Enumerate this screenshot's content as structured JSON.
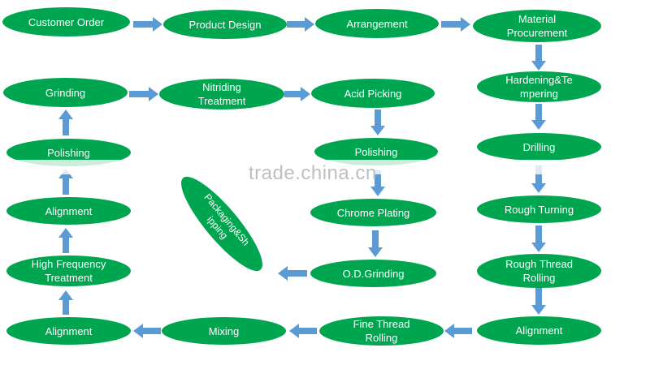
{
  "nodes": {
    "customer_order": "Customer Order",
    "product_design": "Product Design",
    "arrangement": "Arrangement",
    "material_procurement": "Material Procurement",
    "hardening_tempering": "Hardening&Tempering",
    "drilling": "Drilling",
    "rough_turning": "Rough Turning",
    "rough_thread_rolling": "Rough Thread Rolling",
    "alignment_right": "Alignment",
    "fine_thread_rolling": "Fine Thread Rolling",
    "mixing": "Mixing",
    "alignment_bottom_left": "Alignment",
    "high_frequency_treatment": "High Frequency Treatment",
    "alignment_left": "Alignment",
    "polishing_left": "Polishing",
    "grinding": "Grinding",
    "nitriding_treatment": "Nitriding Treatment",
    "acid_picking": "Acid Picking",
    "polishing_mid": "Polishing",
    "chrome_plating": "Chrome Plating",
    "od_grinding": "O.D.Grinding",
    "packaging_shipping": "Packaging&Shipping"
  },
  "watermark": "trade.china.cn",
  "colors": {
    "node_fill": "#00a550",
    "node_text": "#ffffff",
    "arrow": "#5b9bd5"
  }
}
